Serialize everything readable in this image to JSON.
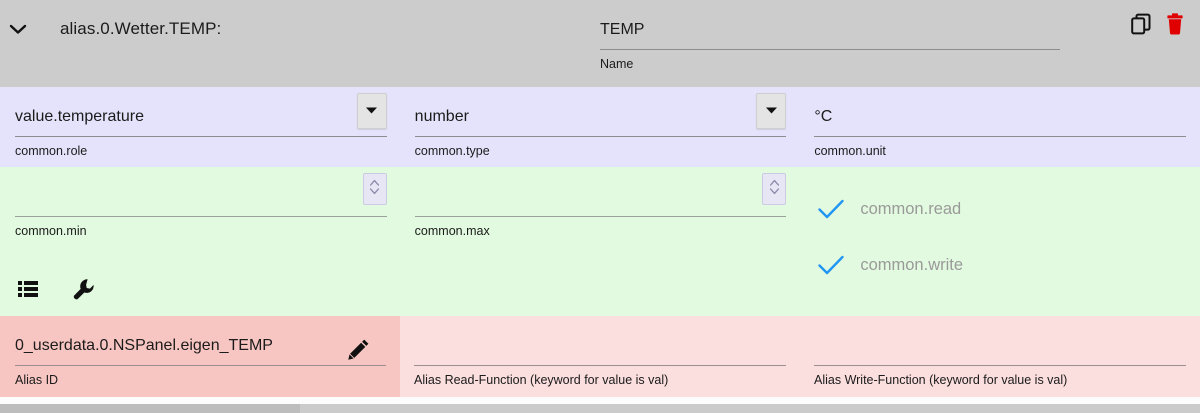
{
  "header": {
    "collapse_icon": "chevron-down-icon",
    "alias_title": "alias.0.Wetter.TEMP:",
    "name_field": {
      "value": "TEMP",
      "label": "Name"
    },
    "copy_icon": "copy-icon",
    "delete_icon": "trash-icon"
  },
  "common": {
    "role": {
      "value": "value.temperature",
      "label": "common.role",
      "adornment": "chevron-down-icon"
    },
    "type": {
      "value": "number",
      "label": "common.type",
      "adornment": "chevron-down-icon"
    },
    "unit": {
      "value": "°C",
      "label": "common.unit"
    },
    "min": {
      "value": "",
      "label": "common.min",
      "adornment": "spinner-icon"
    },
    "max": {
      "value": "",
      "label": "common.max",
      "adornment": "spinner-icon"
    },
    "permissions": [
      {
        "label": "common.read",
        "checked": true,
        "icon": "check-icon"
      },
      {
        "label": "common.write",
        "checked": true,
        "icon": "check-icon"
      }
    ],
    "tools": [
      {
        "icon": "list-icon",
        "name": "list-button"
      },
      {
        "icon": "wrench-icon",
        "name": "wrench-button"
      }
    ]
  },
  "alias": {
    "id": {
      "value": "0_userdata.0.NSPanel.eigen_TEMP",
      "label": "Alias ID",
      "adornment": "pencil-icon"
    },
    "read_function": {
      "value": "",
      "label": "Alias Read-Function (keyword for value is val)"
    },
    "write_function": {
      "value": "",
      "label": "Alias Write-Function (keyword for value is val)"
    }
  },
  "colors": {
    "header_bg": "#cccccc",
    "common_top_bg": "#e4e3fb",
    "common_bottom_bg": "#e2fadf",
    "alias_bg": "#fbdede",
    "alias_id_bg": "#f8c6c2",
    "check_blue": "#2196f3",
    "delete_red": "#e00000"
  }
}
